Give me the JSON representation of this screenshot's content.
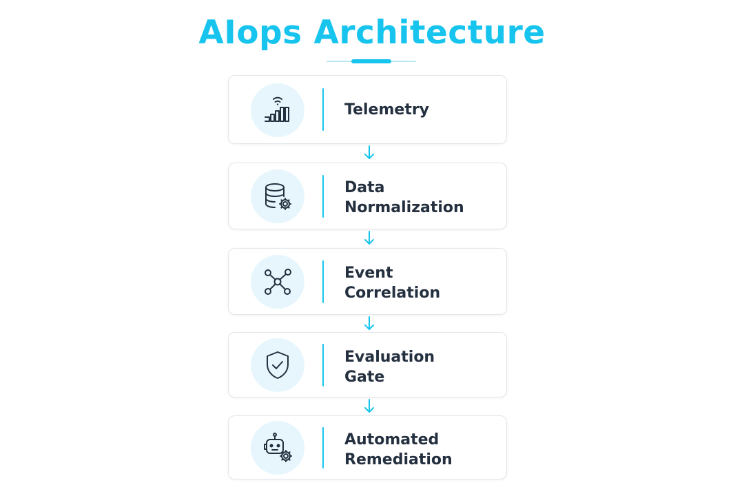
{
  "diagram": {
    "title": "AIops Architecture",
    "steps": [
      {
        "label": "Telemetry",
        "icon": "signal-bars-icon"
      },
      {
        "label": "Data\nNormalization",
        "icon": "database-gear-icon"
      },
      {
        "label": "Event\nCorrelation",
        "icon": "network-nodes-icon"
      },
      {
        "label": "Evaluation\nGate",
        "icon": "shield-check-icon"
      },
      {
        "label": "Automated\nRemediation",
        "icon": "robot-gear-icon"
      }
    ],
    "colors": {
      "accent": "#16c4ee",
      "accent_light": "#e6f6fc",
      "icon_stroke": "#24303f",
      "text": "#24303f",
      "border": "#e3e6ea"
    }
  }
}
